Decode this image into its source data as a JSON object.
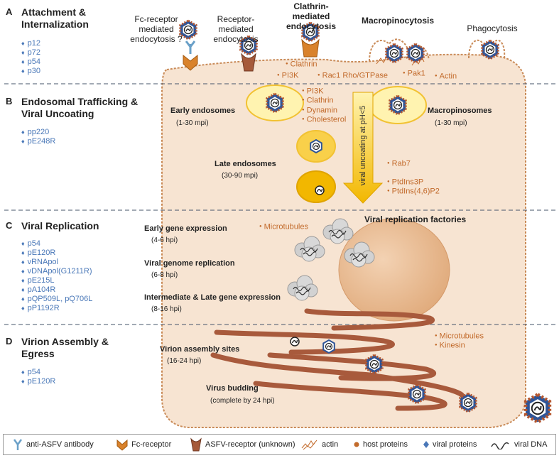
{
  "sections": [
    {
      "letter": "A",
      "title": "Attachment & Internalization",
      "viral_proteins": [
        "p12",
        "p72",
        "p54",
        "p30"
      ]
    },
    {
      "letter": "B",
      "title": "Endosomal Trafficking & Viral Uncoating",
      "viral_proteins": [
        "pp220",
        "pE248R"
      ]
    },
    {
      "letter": "C",
      "title": "Viral Replication",
      "viral_proteins": [
        "p54",
        "pE120R",
        "vRNApol",
        "vDNApol(G1211R)",
        "pE215L",
        "pA104R",
        "pQP509L, pQ706L",
        "pP1192R"
      ]
    },
    {
      "letter": "D",
      "title": "Virion Assembly & Egress",
      "viral_proteins": [
        "p54",
        "pE120R"
      ]
    }
  ],
  "entry_routes": [
    {
      "label": "Fc-receptor mediated endocytosis ?"
    },
    {
      "label": "Receptor-mediated endocytosis"
    },
    {
      "label": "Clathrin-mediated endocytosis"
    },
    {
      "label": "Macropinocytosis"
    },
    {
      "label": "Phagocytosis"
    }
  ],
  "host_factors": {
    "entry": [
      "Clathrin",
      "PI3K",
      "Rac1 Rho/GTPase",
      "Pak1",
      "Actin"
    ],
    "early_endosome": [
      "PI3K",
      "Clathrin",
      "Dynamin",
      "Cholesterol"
    ],
    "late_endosome_a": [
      "Rab7"
    ],
    "late_endosome_b": [
      "PtdIns3P",
      "PtdIns(4,6)P2"
    ],
    "replication": [
      "Microtubules"
    ],
    "assembly": [
      "Microtubules",
      "Kinesin"
    ]
  },
  "stages": {
    "early_endosomes": {
      "label": "Early endosomes",
      "time": "(1-30 mpi)"
    },
    "macropinosomes": {
      "label": "Macropinosomes",
      "time": "(1-30 mpi)"
    },
    "late_endosomes": {
      "label": "Late endosomes",
      "time": "(30-90 mpi)"
    },
    "uncoating_arrow": "viral uncoating at pH<5",
    "replication_factories": "Viral replication factories",
    "early_gene": {
      "label": "Early gene expression",
      "time": "(4-6 hpi)"
    },
    "genome_replication": {
      "label": "Viral genome replication",
      "time": "(6-8 hpi)"
    },
    "late_gene": {
      "label": "Intermediate & Late gene expression",
      "time": "(8-16 hpi)"
    },
    "assembly_sites": {
      "label": "Virion assembly sites",
      "time": "(16-24 hpi)"
    },
    "budding": {
      "label": "Virus budding",
      "time": "(complete by 24 hpi)"
    }
  },
  "legend": [
    {
      "icon": "antibody-icon",
      "label": "anti-ASFV antibody"
    },
    {
      "icon": "fc-receptor-icon",
      "label": "Fc-receptor"
    },
    {
      "icon": "asfv-receptor-icon",
      "label": "ASFV-receptor (unknown)"
    },
    {
      "icon": "actin-icon",
      "label": "actin"
    },
    {
      "icon": "host-protein-dot-icon",
      "label": "host proteins"
    },
    {
      "icon": "viral-protein-diamond-icon",
      "label": "viral proteins"
    },
    {
      "icon": "viral-dna-icon",
      "label": "viral DNA"
    }
  ],
  "colors": {
    "cell_fill": "#f7e4d2",
    "cell_border": "#c98a57",
    "host_text": "#c26a2b",
    "viral_text": "#4a78b8",
    "nucleus": "#e8b990",
    "er": "#a85a3c",
    "endosome": "#f2c233",
    "virus_outline": "#2f5597",
    "virus_spikes": "#b5562e",
    "arrow": "#f2b700"
  }
}
